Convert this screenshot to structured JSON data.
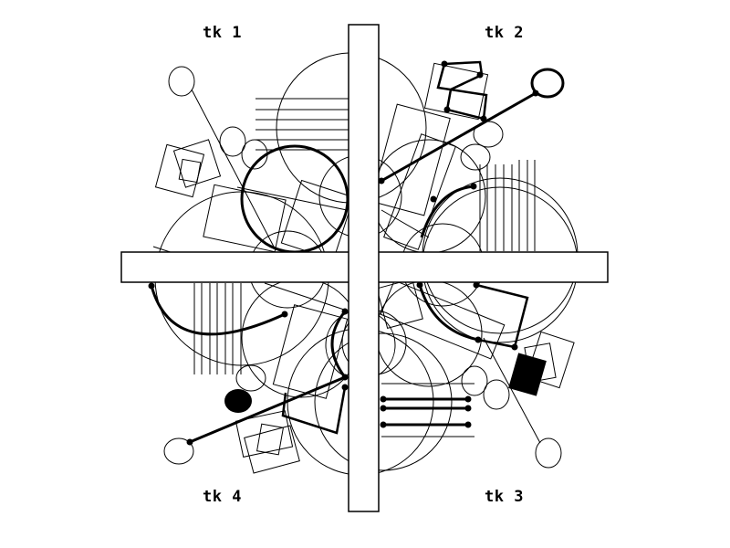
{
  "diagram": {
    "quadrants": [
      {
        "id": "q1",
        "label": "tk 1"
      },
      {
        "id": "q2",
        "label": "tk 2"
      },
      {
        "id": "q3",
        "label": "tk 3"
      },
      {
        "id": "q4",
        "label": "tk 4"
      }
    ],
    "colors": {
      "ink": "#000000",
      "paper": "#ffffff"
    }
  }
}
